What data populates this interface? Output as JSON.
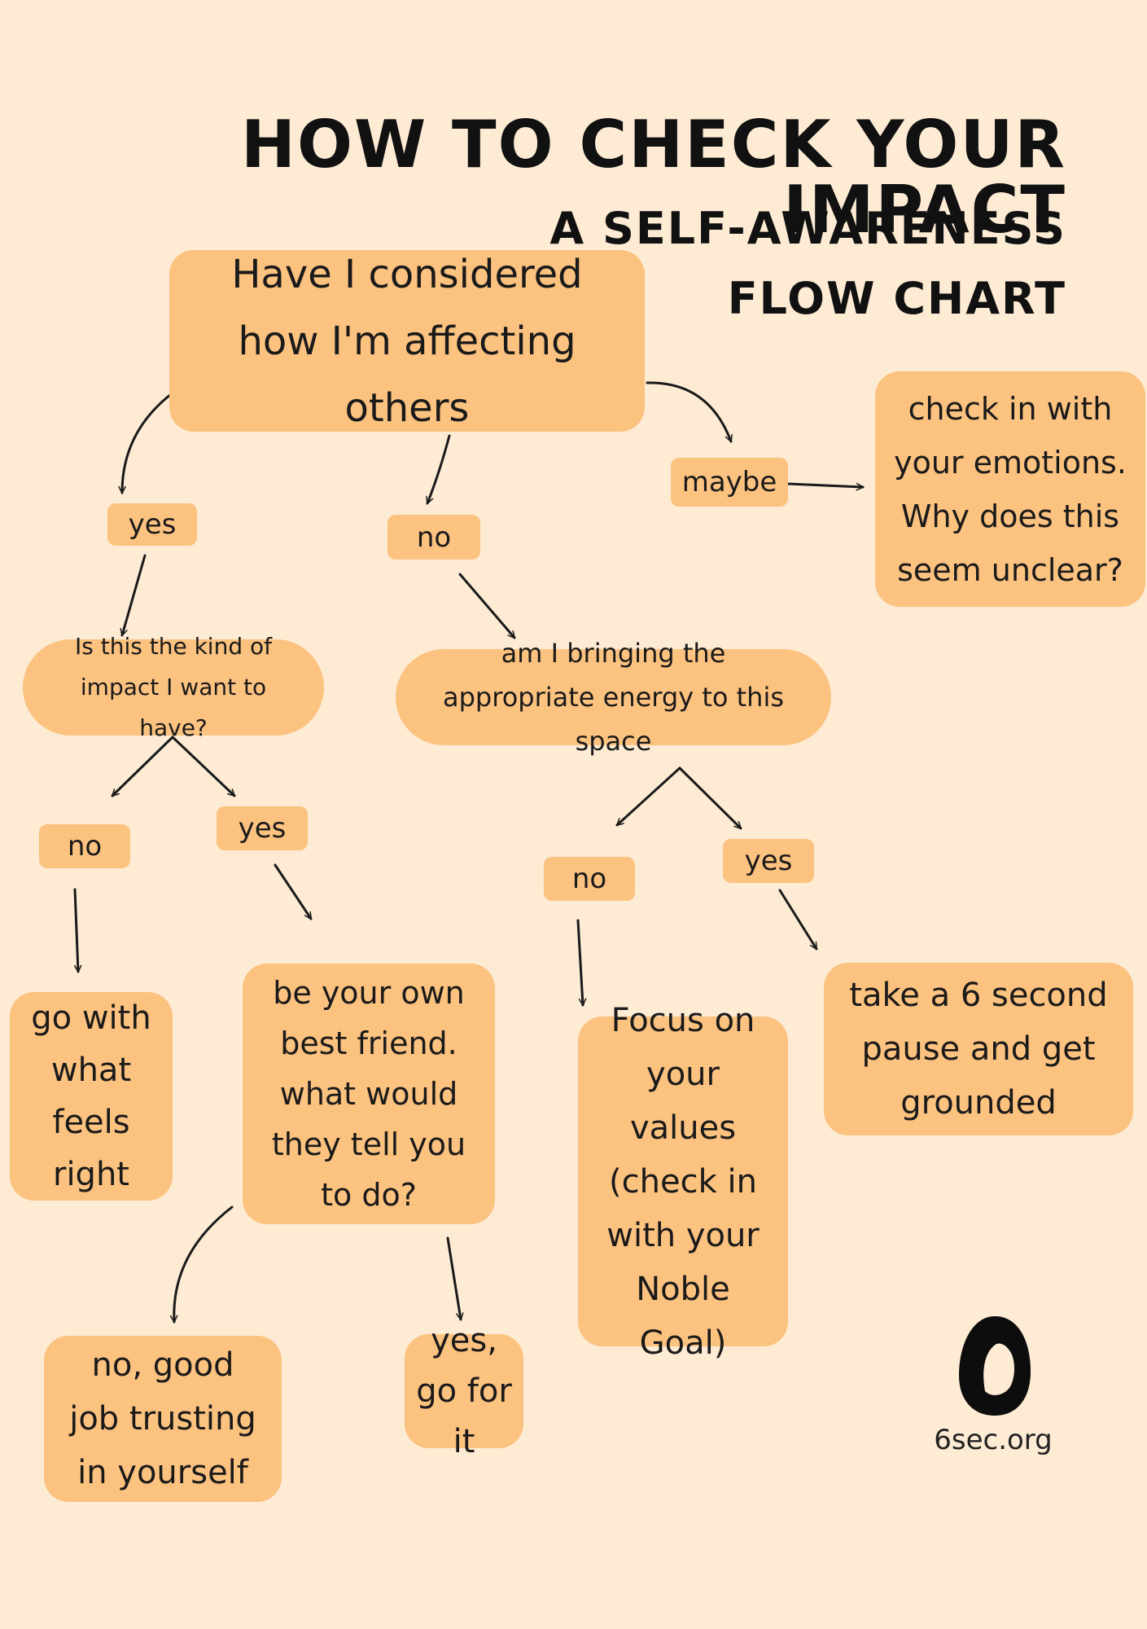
{
  "header": {
    "title": "HOW TO CHECK YOUR IMPACT",
    "subtitle_line1": "A SELF-AWARENESS",
    "subtitle_line2": "FLOW CHART"
  },
  "nodes": {
    "q1": "Have I considered how I'm affecting others",
    "maybe_action": "check in with your emotions. Why does this seem unclear?",
    "q_yes": "Is this the kind of impact I want to have?",
    "q_no": "am I bringing the appropriate energy to this space",
    "go_with": "go with what feels right",
    "best_friend": "be your own best friend. what would they tell you to do?",
    "focus_values": "Focus on your values (check in with your Noble Goal)",
    "pause": "take a 6 second pause and get grounded",
    "good_job": "no, good job trusting in yourself",
    "go_for_it": "yes, go for it"
  },
  "labels": {
    "yes_1": "yes",
    "no_1": "no",
    "maybe": "maybe",
    "no_2": "no",
    "yes_2": "yes",
    "no_3": "no",
    "yes_3": "yes"
  },
  "logo": {
    "text": "6sec.org"
  },
  "colors": {
    "background": "#fdebd4",
    "box": "#fcc27f",
    "ink": "#111111"
  }
}
